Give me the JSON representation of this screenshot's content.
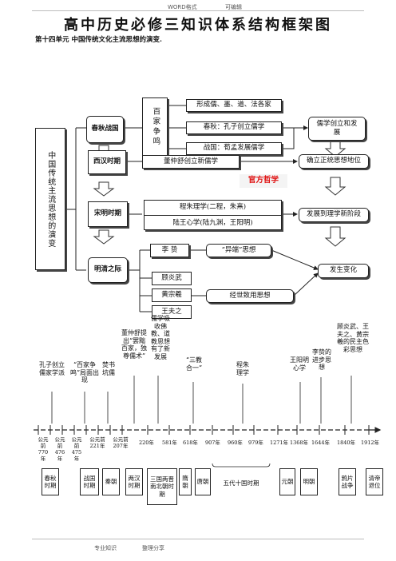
{
  "header": {
    "left": "WORD格式",
    "right": "可编辑"
  },
  "title": "高中历史必修三知识体系结构框架图",
  "subtitle": "第十四单元  中国传统文化主流思想的演变.",
  "main_box": "中国传统主流思想的演变",
  "periods": {
    "chunqiu": "春秋战国",
    "xihan": "西汉时期",
    "songming": "宋明时期",
    "mingqing": "明清之际"
  },
  "baijia": "百家争鸣",
  "nodes": {
    "schools": "形成儒、墨、道、法各家",
    "confucius": "春秋：孔子创立儒学",
    "zhanguo": "战国：荀孟发展儒学",
    "ru_create": "儒学创立和发展",
    "dong": "董仲舒创立新儒学",
    "zhengtong": "确立正统思想地位",
    "official": "官方哲学",
    "cheng_zhu": "程朱理学(二程，朱熹)",
    "lu_wang": "陆王心学(陆九渊，王阳明)",
    "new_stage": "发展到理学新阶段",
    "li_zhi": "李  贽",
    "yiduan": "“异端”思想",
    "gu": "顾炎武",
    "huang": "黄宗羲",
    "wang": "王夫之",
    "jingshi": "经世致用思想",
    "change": "发生变化"
  },
  "timeline_labels": [
    "孔子创立儒家学派",
    "“百家争鸣”局面出现",
    "焚书坑儒",
    "董仲舒提出“罢黜百家，独尊儒术”",
    "儒学吸收佛教、道教思想有了新发展",
    "“三教合一”",
    "程朱理学",
    "王阳明心学",
    "李贽的进步思想",
    "顾炎武、王夫之、黄宗羲的民主色彩思想"
  ],
  "timeline_dates": [
    "公元前770年",
    "公元前476年",
    "公元前475年",
    "公元前221年",
    "公元前207年",
    "220年",
    "581年",
    "618年",
    "907年",
    "960年",
    "979年",
    "1271年",
    "1368年",
    "1644年",
    "1840年",
    "1912年"
  ],
  "eras": [
    "春秋时期",
    "战国时期",
    "秦朝",
    "两汉时期",
    "三国两晋南北朝时期",
    "隋朝",
    "唐朝",
    "五代十国时期",
    "元朝",
    "明朝",
    "鸦片战争",
    "清帝退位"
  ],
  "footer": {
    "left": "专业知识",
    "right": "整理分享"
  }
}
